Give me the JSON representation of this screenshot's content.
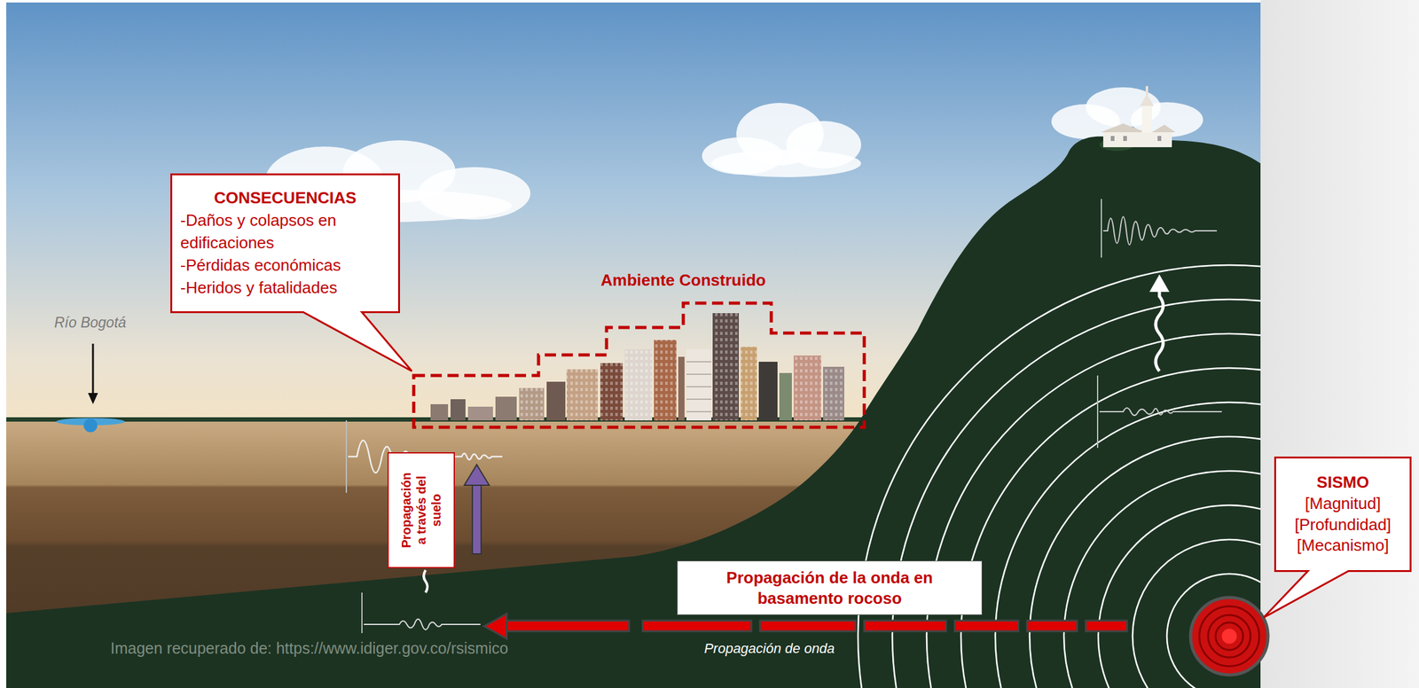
{
  "diagram": {
    "nodes": [
      {
        "text": [
          "CONSECUENCIAS",
          "-Daños y colapsos en edificaciones",
          "-Pérdidas económicas",
          "-Heridos y fatalidades"
        ]
      },
      {
        "text": [
          "Ambiente Construido"
        ]
      },
      {
        "text": [
          "Propagación a través del suelo"
        ]
      },
      {
        "text": [
          "Propagación de la onda en basamento rocoso"
        ]
      },
      {
        "text": [
          "SISMO",
          "[Magnitud]",
          "[Profundidad]",
          "[Mecanismo]"
        ]
      }
    ],
    "labels": [
      "Río Bogotá",
      "Propagación de onda",
      "Imagen recuperado de: https://www.idiger.gov.co/rsismico"
    ]
  }
}
